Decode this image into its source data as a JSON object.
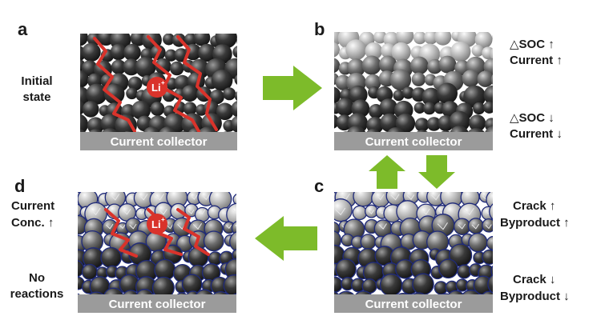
{
  "panels": [
    {
      "letter": "a",
      "collector": "Current collector",
      "li": "Li",
      "li_sup": "+",
      "side_top": [
        "Initial",
        "state"
      ]
    },
    {
      "letter": "b",
      "collector": "Current collector",
      "side_top": [
        "△SOC ↑",
        "Current ↑"
      ],
      "side_bottom": [
        "△SOC ↓",
        "Current ↓"
      ]
    },
    {
      "letter": "c",
      "collector": "Current collector",
      "side_top": [
        "Crack ↑",
        "Byproduct ↑"
      ],
      "side_bottom": [
        "Crack ↓",
        "Byproduct ↓"
      ]
    },
    {
      "letter": "d",
      "collector": "Current collector",
      "li": "Li",
      "li_sup": "+",
      "side_top": [
        "Current",
        "Conc. ↑"
      ],
      "side_bottom": [
        "No",
        "reactions"
      ]
    }
  ],
  "colors": {
    "arrow": "#7dbb2a",
    "collector": "#9b9b9b",
    "lithium_path": "#d9332b",
    "particle_edge": "#1f2a7a",
    "crack": "#e8e8e8"
  }
}
